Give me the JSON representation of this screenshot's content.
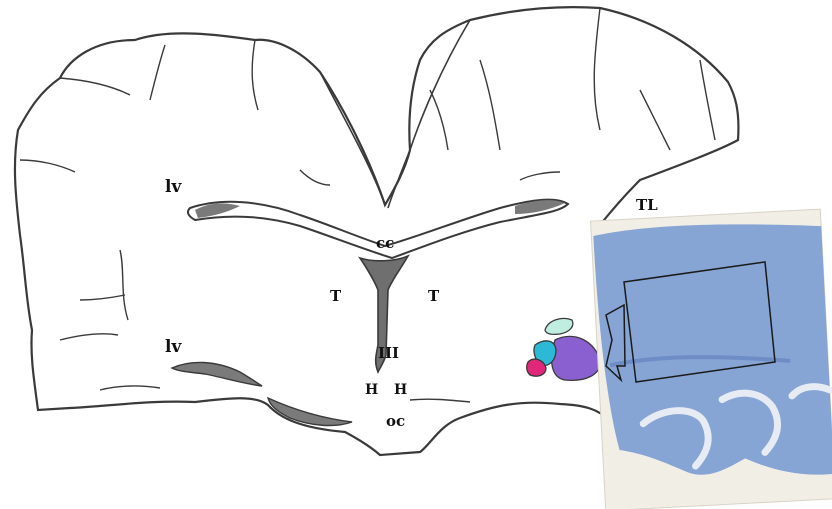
{
  "labels": {
    "lv_upper": "lv",
    "lv_lower": "lv",
    "cc": "cc",
    "t_left": "T",
    "t_right": "T",
    "iii": "III",
    "h_left": "H",
    "h_right": "H",
    "oc": "oc",
    "tl": "TL"
  },
  "colors": {
    "outline": "#3a3a3a",
    "tissue_fill": "#ffffff",
    "ventricle_fill": "#8a8a8a",
    "nucleus_mint": "#bfeee0",
    "nucleus_cyan": "#2bb9d6",
    "nucleus_purple": "#8a5fd0",
    "nucleus_magenta": "#e0287a",
    "histology_bg": "#f1eee6",
    "histology_stain": "#7f9fd3",
    "histology_stain_dark": "#5f7fbd",
    "callout_stroke": "#1a1a1a"
  }
}
